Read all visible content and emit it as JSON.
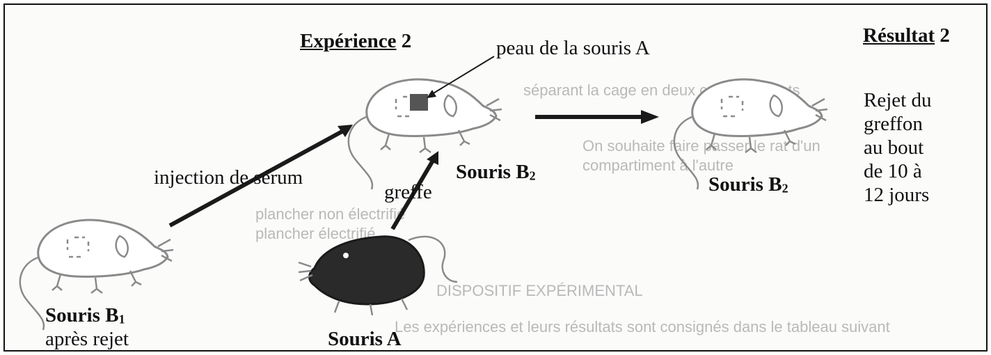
{
  "experience": {
    "word": "Expérience",
    "number": "2"
  },
  "resultat": {
    "word": "Résultat",
    "number": "2"
  },
  "labels": {
    "peau": "peau de la souris A",
    "injection": "injection de sérum",
    "greffe": "greffe",
    "souris_b2_main": "Souris B",
    "souris_b2_main_sub": "2",
    "souris_b2_result": "Souris B",
    "souris_b2_result_sub": "2",
    "souris_b1": "Souris B",
    "souris_b1_sub": "1",
    "souris_b1_note": "après rejet",
    "souris_a": "Souris A"
  },
  "result_text": [
    "Rejet du",
    "greffon",
    "au bout",
    "de 10 à",
    "12 jours"
  ],
  "background_bleed": [
    "séparant la cage en deux compartiments",
    "On souhaite faire passer le rat d'un",
    "compartiment à l'autre",
    "plancher non électrifié",
    "plancher électrifié",
    "DISPOSITIF EXPÉRIMENTAL",
    "Les expériences et leurs résultats sont consignés dans le tableau suivant"
  ],
  "colors": {
    "ink": "#111111",
    "mouse_outline": "#8a8a8a",
    "dark_mouse": "#2a2a2a",
    "bleed": "#b9b9b9"
  }
}
